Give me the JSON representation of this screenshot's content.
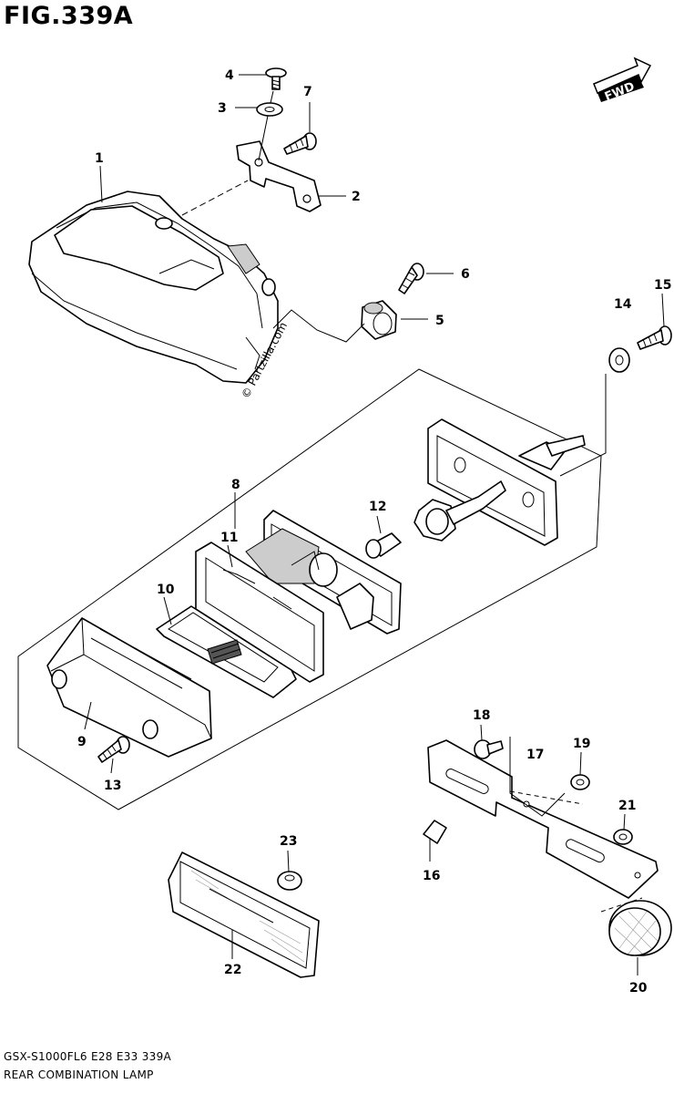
{
  "figure": {
    "title": "FIG.339A",
    "footer_line1": "GSX-S1000FL6  E28  E33  339A",
    "footer_line2": "REAR COMBINATION LAMP",
    "watermark": "© Partzilla.com",
    "fwd_label": "FWD"
  },
  "callouts": {
    "p1": "1",
    "p2": "2",
    "p3": "3",
    "p4": "4",
    "p5": "5",
    "p6": "6",
    "p7": "7",
    "p8": "8",
    "p9": "9",
    "p10": "10",
    "p11": "11",
    "p12": "12",
    "p13": "13",
    "p14": "14",
    "p15": "15",
    "p16": "16",
    "p17": "17",
    "p18": "18",
    "p19": "19",
    "p20": "20",
    "p21": "21",
    "p22": "22",
    "p23": "23"
  }
}
